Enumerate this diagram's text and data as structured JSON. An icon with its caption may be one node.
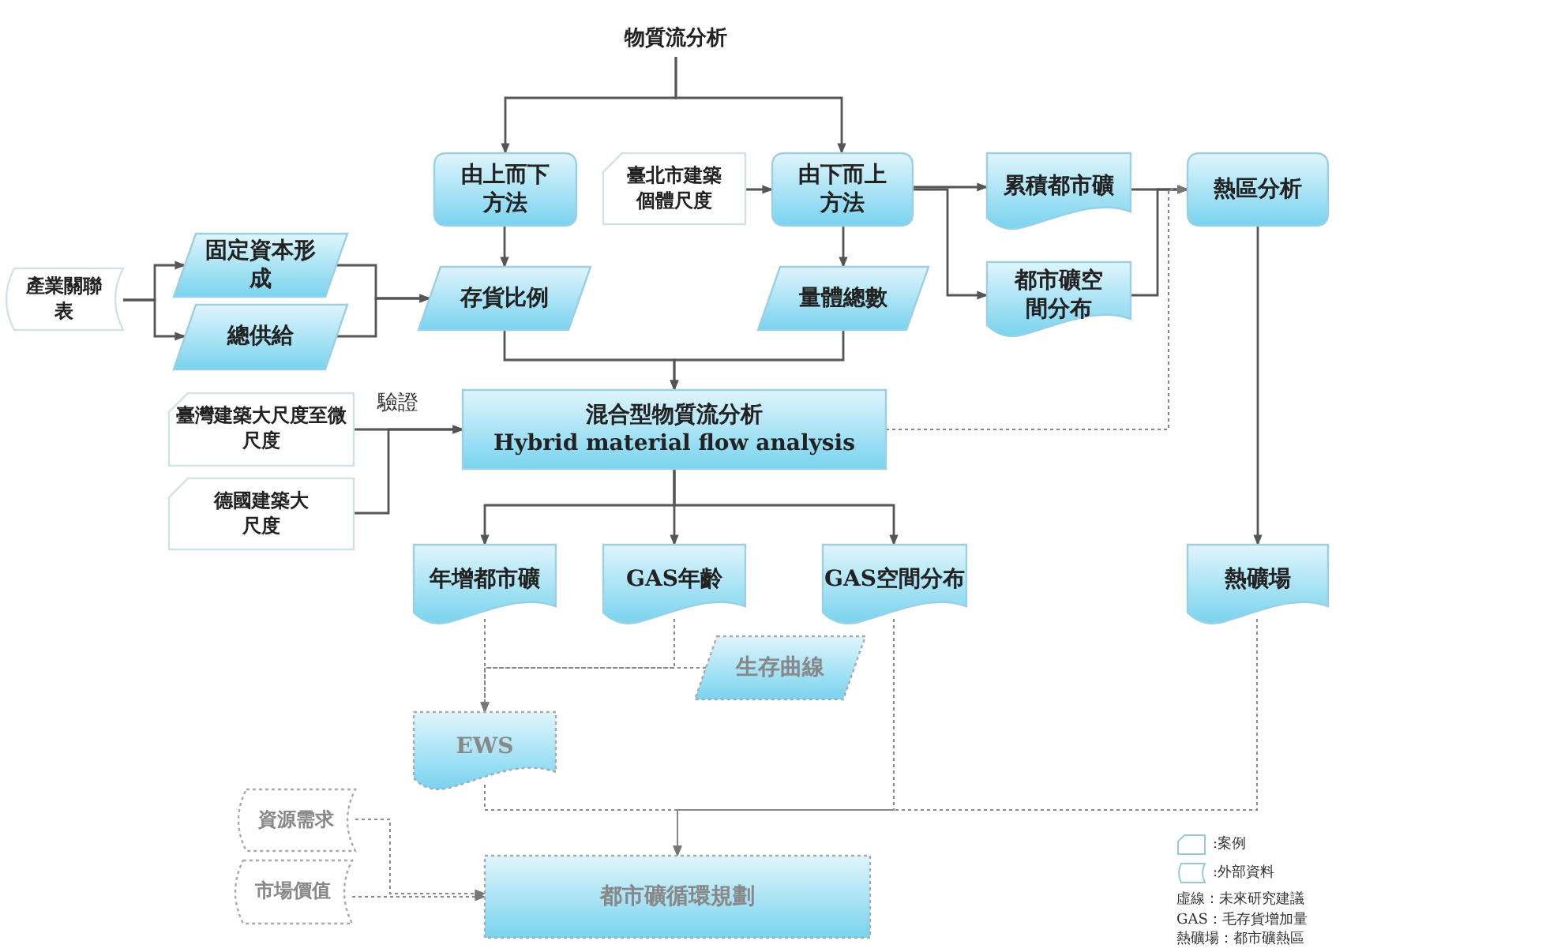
{
  "diagram": {
    "nodes": [
      {
        "text": [
          "物質流分析"
        ]
      },
      {
        "text": [
          "由上而下方法"
        ]
      },
      {
        "text": [
          "臺北市建築個體尺度"
        ]
      },
      {
        "text": [
          "由下而上方法"
        ]
      },
      {
        "text": [
          "累積都市礦"
        ]
      },
      {
        "text": [
          "熱區分析"
        ]
      },
      {
        "text": [
          "產業關聯表"
        ]
      },
      {
        "text": [
          "固定資本形成"
        ]
      },
      {
        "text": [
          "都市礦空間分布"
        ]
      },
      {
        "text": [
          "存貨比例"
        ]
      },
      {
        "text": [
          "量體總數"
        ]
      },
      {
        "text": [
          "總供給"
        ]
      },
      {
        "text": [
          "臺灣建築大尺度至微尺度"
        ]
      },
      {
        "text": [
          "混合型物質流分析",
          "Hybrid material flow analysis"
        ]
      },
      {
        "text": [
          "德國建築大尺度"
        ]
      },
      {
        "text": [
          "年增都市礦"
        ]
      },
      {
        "text": [
          "GAS年齡"
        ]
      },
      {
        "text": [
          "GAS空間分布"
        ]
      },
      {
        "text": [
          "熱礦場"
        ]
      },
      {
        "text": [
          "生存曲線"
        ]
      },
      {
        "text": [
          "EWS"
        ]
      },
      {
        "text": [
          "資源需求"
        ]
      },
      {
        "text": [
          "市場價值"
        ]
      },
      {
        "text": [
          "都市礦循環規劃"
        ]
      }
    ],
    "edges": [
      {
        "from": 0,
        "to": 1,
        "arrow": "to"
      },
      {
        "from": 0,
        "to": 3,
        "arrow": "to"
      },
      {
        "from": 2,
        "to": 3,
        "arrow": "to"
      },
      {
        "from": 1,
        "to": 9,
        "arrow": "to"
      },
      {
        "from": 3,
        "to": 10,
        "arrow": "to"
      },
      {
        "from": 3,
        "to": 4,
        "arrow": "to"
      },
      {
        "from": 3,
        "to": 8,
        "arrow": "to"
      },
      {
        "from": 4,
        "to": 5,
        "arrow": "to"
      },
      {
        "from": 8,
        "to": 5,
        "arrow": "to"
      },
      {
        "from": 6,
        "to": 7,
        "arrow": "to"
      },
      {
        "from": 6,
        "to": 11,
        "arrow": "to"
      },
      {
        "from": 7,
        "to": 9,
        "arrow": "to"
      },
      {
        "from": 11,
        "to": 9,
        "arrow": "to"
      },
      {
        "from": 9,
        "to": 13,
        "arrow": "to"
      },
      {
        "from": 10,
        "to": 13,
        "arrow": "to"
      },
      {
        "from": 12,
        "to": 13,
        "arrow": "to",
        "label": "驗證"
      },
      {
        "from": 14,
        "to": 13,
        "arrow": "to"
      },
      {
        "from": 13,
        "to": 5,
        "arrow": "to",
        "style": "dashed"
      },
      {
        "from": 5,
        "to": 18,
        "arrow": "to"
      },
      {
        "from": 13,
        "to": 15,
        "arrow": "to"
      },
      {
        "from": 13,
        "to": 16,
        "arrow": "to"
      },
      {
        "from": 13,
        "to": 17,
        "arrow": "to"
      },
      {
        "from": 15,
        "to": 20,
        "arrow": "to",
        "style": "dashed"
      },
      {
        "from": 16,
        "to": 20,
        "arrow": "to",
        "style": "dashed"
      },
      {
        "from": 19,
        "to": 20,
        "arrow": "to",
        "style": "dashed"
      },
      {
        "from": 20,
        "to": 23,
        "arrow": "to",
        "style": "dashed"
      },
      {
        "from": 17,
        "to": 23,
        "arrow": "to",
        "style": "dashed"
      },
      {
        "from": 18,
        "to": 23,
        "arrow": "to",
        "style": "dashed"
      },
      {
        "from": 21,
        "to": 23,
        "arrow": "to",
        "style": "dashed"
      },
      {
        "from": 22,
        "to": 23,
        "arrow": "to",
        "style": "dashed"
      }
    ],
    "labels": [
      "虛線：未來研究建議",
      "GAS：毛存貨增加量",
      "熱礦場：都市礦熱區"
    ],
    "legend": [
      {
        "text": ":案例"
      },
      {
        "text": ":外部資料"
      }
    ]
  }
}
